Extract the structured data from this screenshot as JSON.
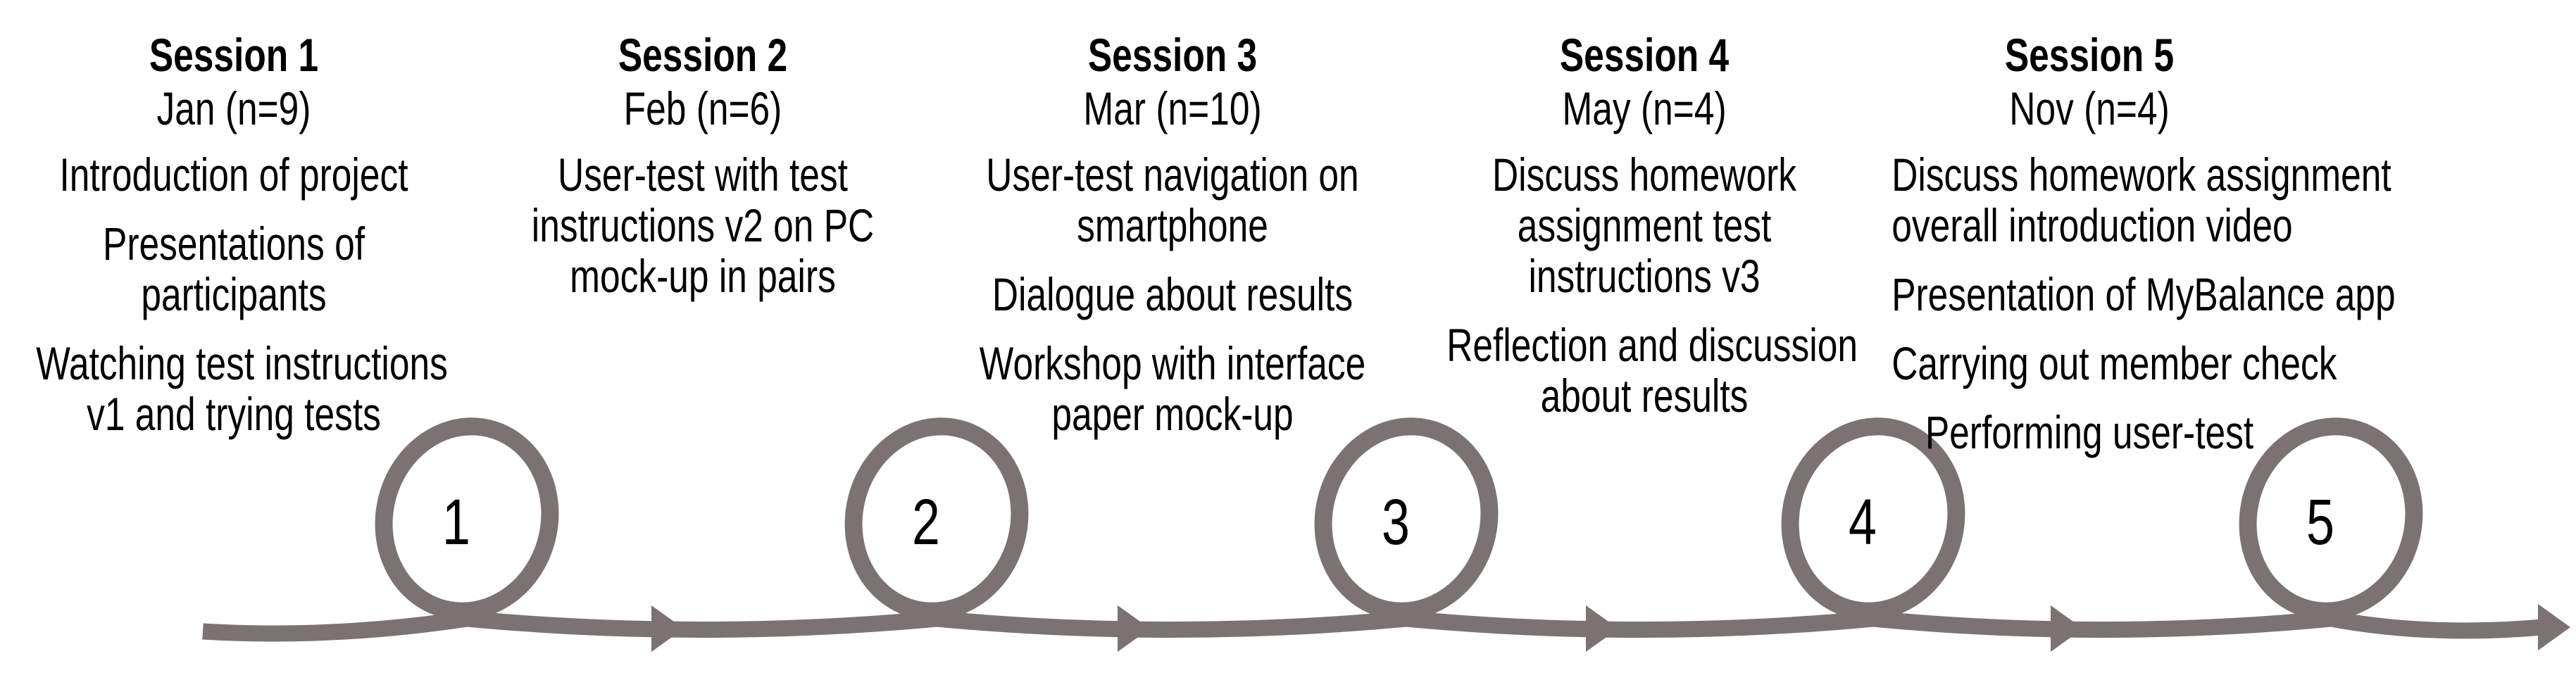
{
  "diagram": {
    "title": "Iterative design sessions timeline",
    "background_color": "#ffffff",
    "text_color": "#000000",
    "line_color": "#7b7373",
    "direction": "left-to-right"
  },
  "sessions": [
    {
      "loop_label": "1",
      "title": "Session 1",
      "subtitle": "Jan (n=9)",
      "activities": [
        [
          "Introduction of project"
        ],
        [
          "Presentations of",
          "participants"
        ],
        [
          "Watching test instructions",
          "v1 and trying tests"
        ]
      ]
    },
    {
      "loop_label": "2",
      "title": "Session 2",
      "subtitle": "Feb (n=6)",
      "activities": [
        [
          "User-test with test",
          "instructions v2 on PC",
          "mock-up in pairs"
        ]
      ]
    },
    {
      "loop_label": "3",
      "title": "Session 3",
      "subtitle": "Mar (n=10)",
      "activities": [
        [
          "User-test navigation on",
          "smartphone"
        ],
        [
          "Dialogue about results"
        ],
        [
          "Workshop with interface",
          "paper mock-up"
        ]
      ]
    },
    {
      "loop_label": "4",
      "title": "Session 4",
      "subtitle": "May (n=4)",
      "activities": [
        [
          "Discuss homework",
          "assignment test",
          "instructions v3"
        ],
        [
          "Reflection and discussion",
          "about results"
        ]
      ]
    },
    {
      "loop_label": "5",
      "title": "Session 5",
      "subtitle": "Nov (n=4)",
      "activities": [
        [
          "Discuss homework assignment",
          "overall introduction video"
        ],
        [
          "Presentation of MyBalance app"
        ],
        [
          "Carrying out member check"
        ],
        [
          "Performing user-test"
        ]
      ]
    }
  ]
}
